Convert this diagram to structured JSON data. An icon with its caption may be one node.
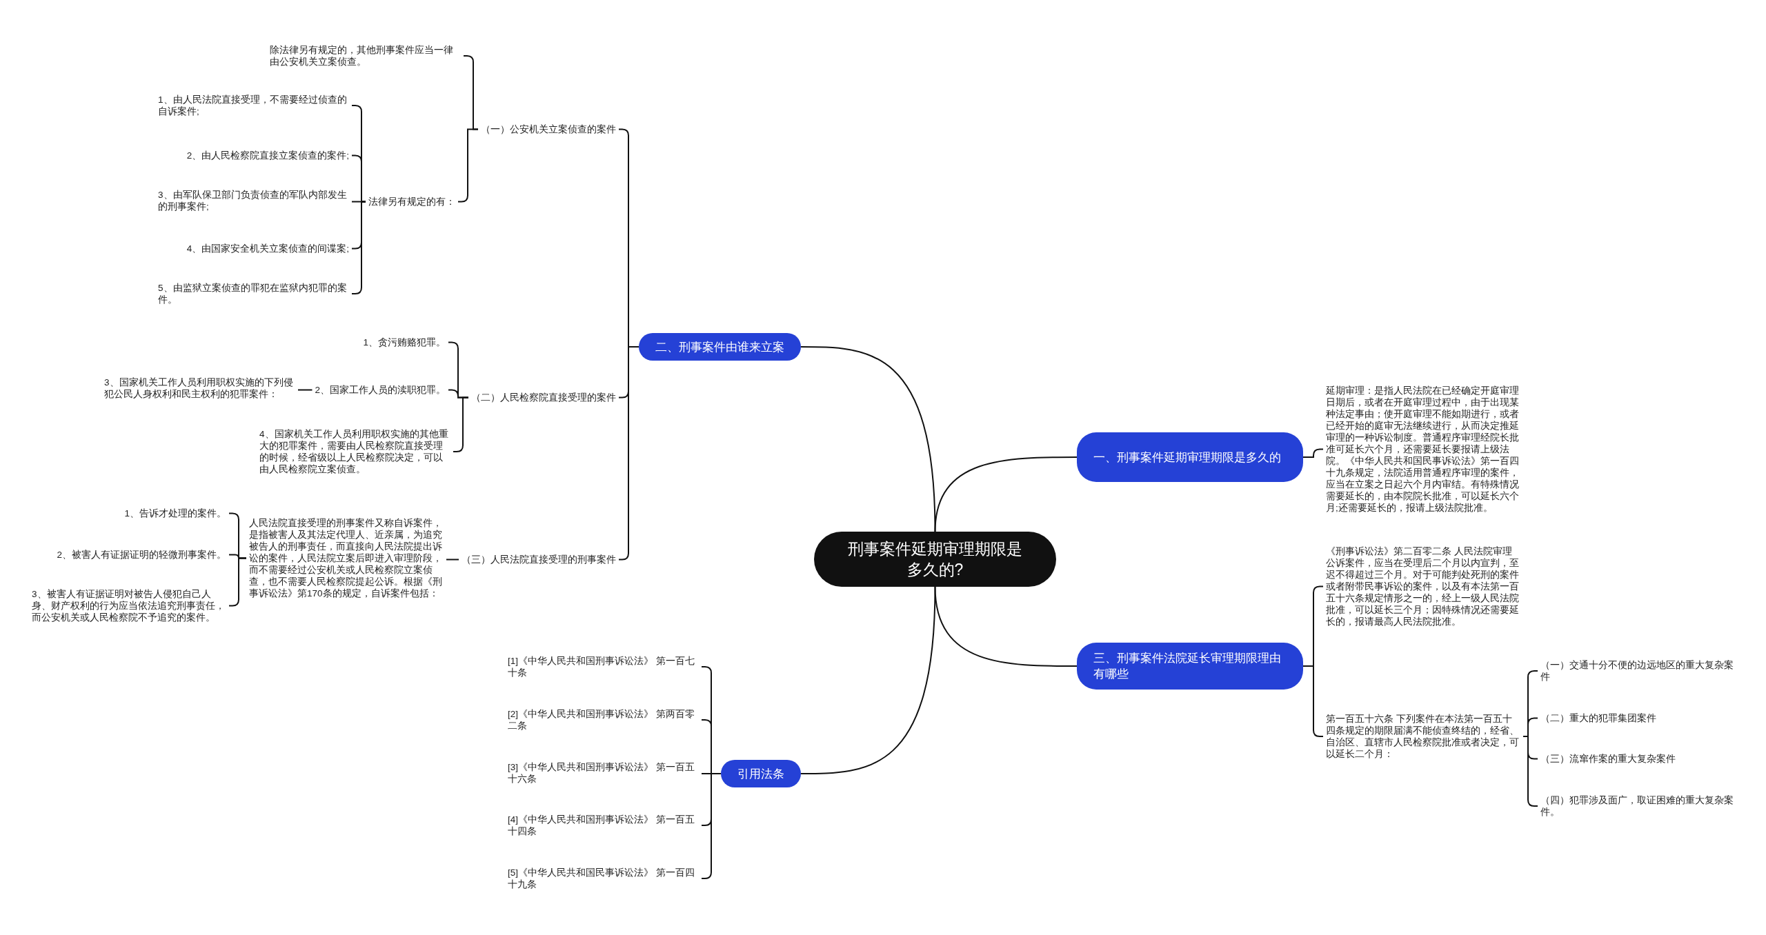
{
  "diagram": {
    "nodes": [
      {
        "text": [
          "刑事案件延期审理期限是多久的?"
        ]
      },
      {
        "text": [
          "一、刑事案件延期审理期限是多久的"
        ]
      },
      {
        "text": [
          "延期审理：是指人民法院在已经确定开庭审理日期后，或者在开庭审理过程中，由于出现某种法定事由；使开庭审理不能如期进行，或者已经开始的庭审无法继续进行，从而决定推延审理的一种诉讼制度。普通程序审理经院长批准可延长六个月，还需要延长要报请上级法院。《中华人民共和国民事诉讼法》第一百四十九条规定，法院适用普通程序审理的案件，应当在立案之日起六个月内审结。有特殊情况需要延长的，由本院院长批准，可以延长六个月;还需要延长的，报请上级法院批准。"
        ]
      },
      {
        "text": [
          "三、刑事案件法院延长审理期限理由有哪些"
        ]
      },
      {
        "text": [
          "《刑事诉讼法》第二百零二条 人民法院审理公诉案件，应当在受理后二个月以内宣判，至迟不得超过三个月。对于可能判处死刑的案件或者附带民事诉讼的案件，以及有本法第一百五十六条规定情形之一的，经上一级人民法院批准，可以延长三个月；因特殊情况还需要延长的，报请最高人民法院批准。"
        ]
      },
      {
        "text": [
          "第一百五十六条 下列案件在本法第一百五十四条规定的期限届满不能侦查终结的，经省、自治区、直辖市人民检察院批准或者决定，可以延长二个月："
        ]
      },
      {
        "text": [
          "（一）交通十分不便的边远地区的重大复杂案件"
        ]
      },
      {
        "text": [
          "（二）重大的犯罪集团案件"
        ]
      },
      {
        "text": [
          "（三）流窜作案的重大复杂案件"
        ]
      },
      {
        "text": [
          "（四）犯罪涉及面广，取证困难的重大复杂案件。"
        ]
      },
      {
        "text": [
          "二、刑事案件由谁来立案"
        ]
      },
      {
        "text": [
          "（一）公安机关立案侦查的案件"
        ]
      },
      {
        "text": [
          "除法律另有规定的，其他刑事案件应当一律由公安机关立案侦查。"
        ]
      },
      {
        "text": [
          "法律另有规定的有："
        ]
      },
      {
        "text": [
          "1、由人民法院直接受理，不需要经过侦查的自诉案件;"
        ]
      },
      {
        "text": [
          "2、由人民检察院直接立案侦查的案件;"
        ]
      },
      {
        "text": [
          "3、由军队保卫部门负责侦查的军队内部发生的刑事案件;"
        ]
      },
      {
        "text": [
          "4、由国家安全机关立案侦查的间谍案;"
        ]
      },
      {
        "text": [
          "5、由监狱立案侦查的罪犯在监狱内犯罪的案件。"
        ]
      },
      {
        "text": [
          "（二）人民检察院直接受理的案件"
        ]
      },
      {
        "text": [
          "1、贪污贿赂犯罪。"
        ]
      },
      {
        "text": [
          "2、国家工作人员的渎职犯罪。"
        ]
      },
      {
        "text": [
          "3、国家机关工作人员利用职权实施的下列侵犯公民人身权利和民主权利的犯罪案件："
        ]
      },
      {
        "text": [
          "4、国家机关工作人员利用职权实施的其他重大的犯罪案件，需要由人民检察院直接受理的时候，经省级以上人民检察院决定，可以由人民检察院立案侦查。"
        ]
      },
      {
        "text": [
          "（三）人民法院直接受理的刑事案件"
        ]
      },
      {
        "text": [
          "人民法院直接受理的刑事案件又称自诉案件，是指被害人及其法定代理人、近亲属，为追究被告人的刑事责任，而直接向人民法院提出诉讼的案件，人民法院立案后即进入审理阶段，而不需要经过公安机关或人民检察院立案侦查，也不需要人民检察院提起公诉。根据《刑事诉讼法》第170条的规定，自诉案件包括："
        ]
      },
      {
        "text": [
          "1、告诉才处理的案件。"
        ]
      },
      {
        "text": [
          "2、被害人有证据证明的轻微刑事案件。"
        ]
      },
      {
        "text": [
          "3、被害人有证据证明对被告人侵犯自己人身、财产权利的行为应当依法追究刑事责任，而公安机关或人民检察院不予追究的案件。"
        ]
      },
      {
        "text": [
          "引用法条"
        ]
      },
      {
        "text": [
          "[1]《中华人民共和国刑事诉讼法》 第一百七十条"
        ]
      },
      {
        "text": [
          "[2]《中华人民共和国刑事诉讼法》 第两百零二条"
        ]
      },
      {
        "text": [
          "[3]《中华人民共和国刑事诉讼法》 第一百五十六条"
        ]
      },
      {
        "text": [
          "[4]《中华人民共和国刑事诉讼法》 第一百五十四条"
        ]
      },
      {
        "text": [
          "[5]《中华人民共和国民事诉讼法》 第一百四十九条"
        ]
      }
    ],
    "edges": [
      {
        "from": 0,
        "to": 1,
        "arrow": "none"
      },
      {
        "from": 1,
        "to": 2,
        "arrow": "none"
      },
      {
        "from": 0,
        "to": 3,
        "arrow": "none"
      },
      {
        "from": 3,
        "to": 4,
        "arrow": "none"
      },
      {
        "from": 3,
        "to": 5,
        "arrow": "none"
      },
      {
        "from": 5,
        "to": 6,
        "arrow": "none"
      },
      {
        "from": 5,
        "to": 7,
        "arrow": "none"
      },
      {
        "from": 5,
        "to": 8,
        "arrow": "none"
      },
      {
        "from": 5,
        "to": 9,
        "arrow": "none"
      },
      {
        "from": 0,
        "to": 10,
        "arrow": "none"
      },
      {
        "from": 10,
        "to": 11,
        "arrow": "none"
      },
      {
        "from": 11,
        "to": 12,
        "arrow": "none"
      },
      {
        "from": 11,
        "to": 13,
        "arrow": "none"
      },
      {
        "from": 13,
        "to": 14,
        "arrow": "none"
      },
      {
        "from": 13,
        "to": 15,
        "arrow": "none"
      },
      {
        "from": 13,
        "to": 16,
        "arrow": "none"
      },
      {
        "from": 13,
        "to": 17,
        "arrow": "none"
      },
      {
        "from": 13,
        "to": 18,
        "arrow": "none"
      },
      {
        "from": 10,
        "to": 19,
        "arrow": "none"
      },
      {
        "from": 19,
        "to": 20,
        "arrow": "none"
      },
      {
        "from": 19,
        "to": 21,
        "arrow": "none"
      },
      {
        "from": 21,
        "to": 22,
        "arrow": "none"
      },
      {
        "from": 19,
        "to": 23,
        "arrow": "none"
      },
      {
        "from": 10,
        "to": 24,
        "arrow": "none"
      },
      {
        "from": 24,
        "to": 25,
        "arrow": "none"
      },
      {
        "from": 25,
        "to": 26,
        "arrow": "none"
      },
      {
        "from": 25,
        "to": 27,
        "arrow": "none"
      },
      {
        "from": 25,
        "to": 28,
        "arrow": "none"
      },
      {
        "from": 0,
        "to": 29,
        "arrow": "none"
      },
      {
        "from": 29,
        "to": 30,
        "arrow": "none"
      },
      {
        "from": 29,
        "to": 31,
        "arrow": "none"
      },
      {
        "from": 29,
        "to": 32,
        "arrow": "none"
      },
      {
        "from": 29,
        "to": 33,
        "arrow": "none"
      },
      {
        "from": 29,
        "to": 34,
        "arrow": "none"
      }
    ]
  }
}
